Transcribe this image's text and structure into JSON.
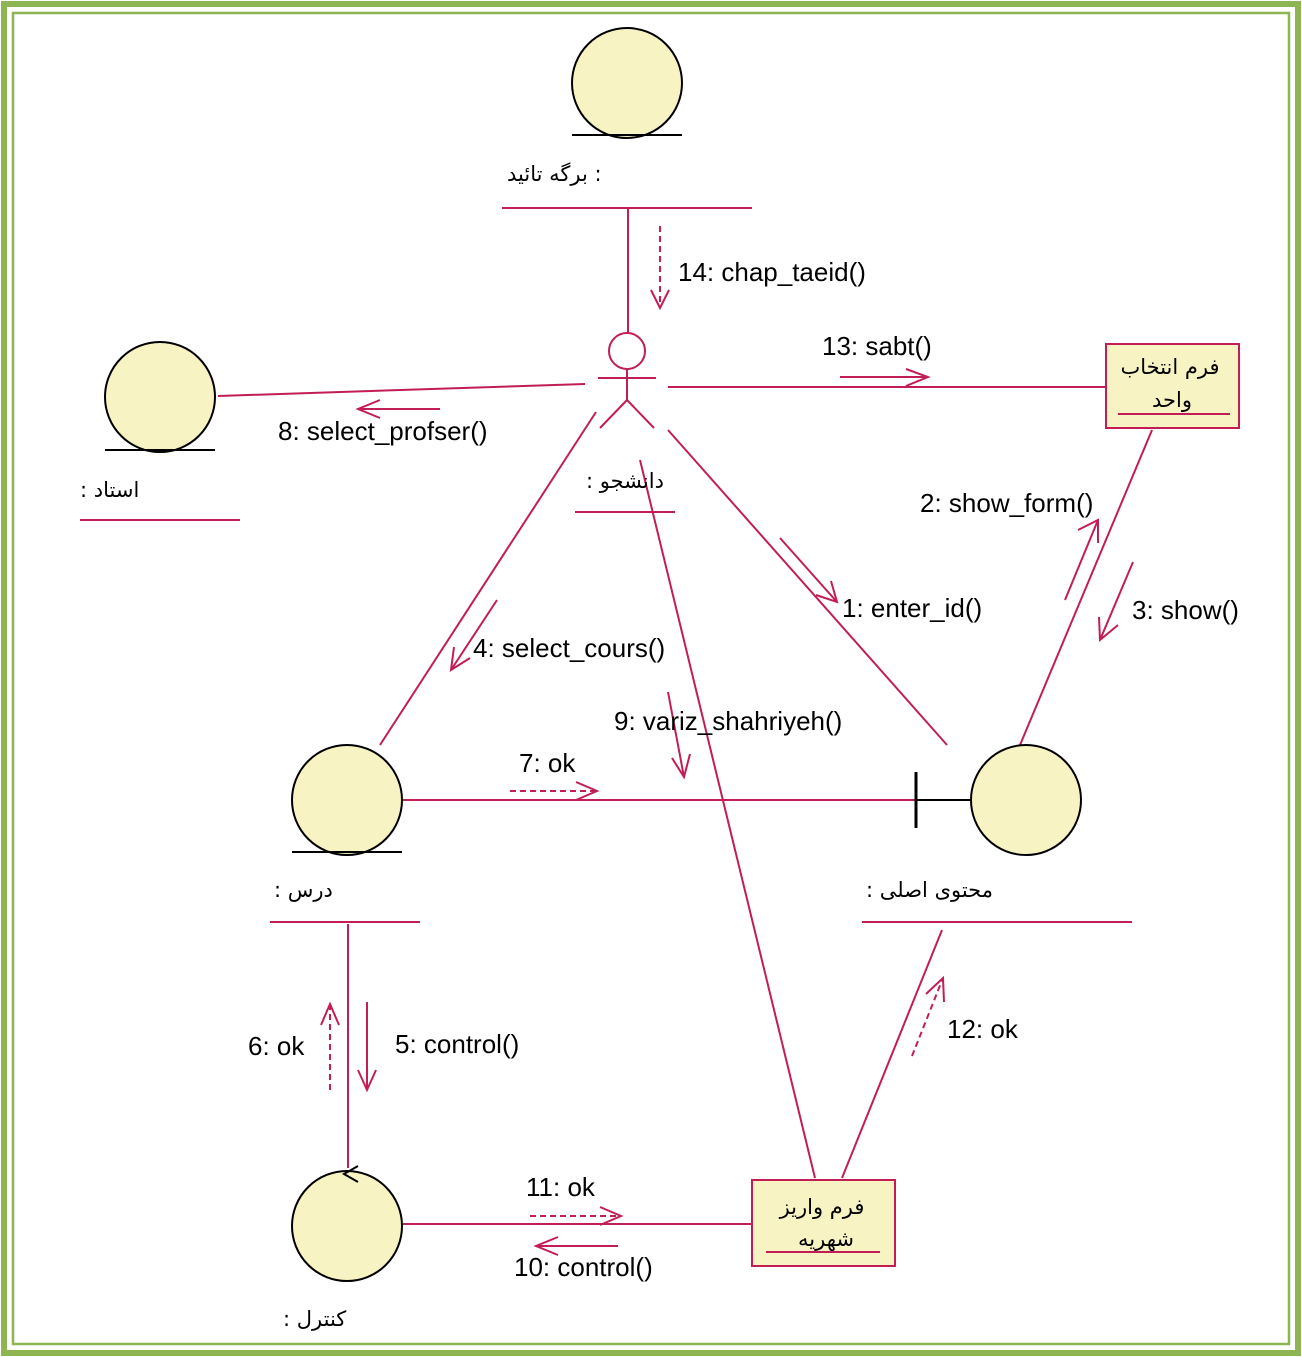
{
  "objects": {
    "barge_taeid": {
      "name": ": برگه تائید"
    },
    "ostad": {
      "name": ": استاد"
    },
    "daneshjoo": {
      "name": ": دانشجو"
    },
    "form_entekhab": {
      "line1": "فرم انتخاب",
      "line2": "واحد"
    },
    "dars": {
      "name": ": درس"
    },
    "mohtava": {
      "name": ": محتوی اصلی"
    },
    "control": {
      "name": ": کنترل"
    },
    "form_variz": {
      "line1": "فرم واریز",
      "line2": "شهریه"
    }
  },
  "messages": [
    {
      "id": "m14",
      "label": "14: chap_taeid()"
    },
    {
      "id": "m13",
      "label": "13: sabt()"
    },
    {
      "id": "m8",
      "label": "8: select_profser()"
    },
    {
      "id": "m2",
      "label": "2: show_form()"
    },
    {
      "id": "m1",
      "label": "1: enter_id()"
    },
    {
      "id": "m3",
      "label": "3: show()"
    },
    {
      "id": "m4",
      "label": "4: select_cours()"
    },
    {
      "id": "m9",
      "label": "9: variz_shahriyeh()"
    },
    {
      "id": "m7",
      "label": "7: ok"
    },
    {
      "id": "m6",
      "label": "6: ok"
    },
    {
      "id": "m5",
      "label": "5: control()"
    },
    {
      "id": "m12",
      "label": "12: ok"
    },
    {
      "id": "m11",
      "label": "11: ok"
    },
    {
      "id": "m10",
      "label": "10: control()"
    }
  ],
  "colors": {
    "border": "#8db552",
    "link": "#c21d54",
    "node_fill": "#f7f3c2",
    "node_stroke": "#000000"
  }
}
